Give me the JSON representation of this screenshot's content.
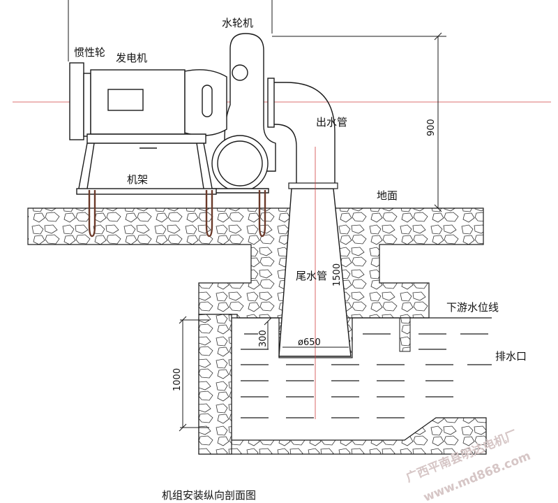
{
  "labels": {
    "turbine": "水轮机",
    "flywheel": "惯性轮",
    "generator": "发电机",
    "outlet_pipe": "出水管",
    "frame": "机架",
    "ground": "地面",
    "draft_tube": "尾水管",
    "tailwater_level": "下游水位线",
    "drain_outlet": "排水口",
    "caption": "机组安装纵向剖面图"
  },
  "dimensions": {
    "height_900": "900",
    "height_1500": "1500",
    "depth_300": "300",
    "depth_1000": "1000",
    "diameter_650": "ø650"
  },
  "watermark": {
    "company": "广西平南县明达电机厂",
    "url": "www.md868.com"
  },
  "colors": {
    "line": "#1a1a1a",
    "centerline": "#d04040",
    "anchor": "#6b3a2a",
    "watermark": "#d6c6c6"
  }
}
